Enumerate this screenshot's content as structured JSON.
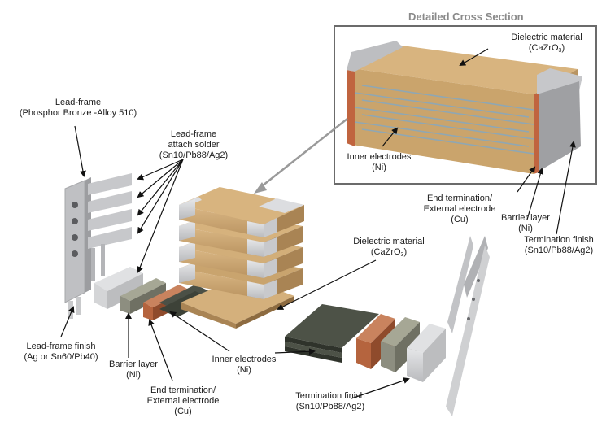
{
  "title": "Detailed Cross Section",
  "labels": {
    "leadframe": [
      "Lead-frame",
      "(Phosphor Bronze -Alloy 510)"
    ],
    "attach_solder": [
      "Lead-frame",
      "attach solder",
      "(Sn10/Pb88/Ag2)"
    ],
    "leadframe_finish": [
      "Lead-frame finish",
      "(Ag or Sn60/Pb40)"
    ],
    "barrier_left": [
      "Barrier layer",
      "(Ni)"
    ],
    "end_term_bottom": [
      "End termination/",
      "External electrode",
      "(Cu)"
    ],
    "inner_electrodes_bottom": [
      "Inner electrodes",
      "(Ni)"
    ],
    "dielectric_main": [
      "Dielectric material",
      "(CaZrO",
      "3",
      ")"
    ],
    "term_finish_bottom": [
      "Termination finish",
      "(Sn10/Pb88/Ag2)"
    ],
    "dielectric_inset": [
      "Dielectric material",
      "(CaZrO",
      "3",
      ")"
    ],
    "inner_electrodes_inset": [
      "Inner electrodes",
      "(Ni)"
    ],
    "end_term_right": [
      "End termination/",
      "External electrode",
      "(Cu)"
    ],
    "barrier_right": [
      "Barrier layer",
      "(Ni)"
    ],
    "term_finish_right": [
      "Termination finish",
      "(Sn10/Pb88/Ag2)"
    ]
  },
  "colors": {
    "dielectric": "#c9a46e",
    "electrode": "#3d4238",
    "copper": "#b5643e",
    "nickel": "#8d8e80",
    "finish": "#d2d3d5",
    "inset_border": "#6b6b6b",
    "arrow_gray": "#9a9a9a"
  }
}
